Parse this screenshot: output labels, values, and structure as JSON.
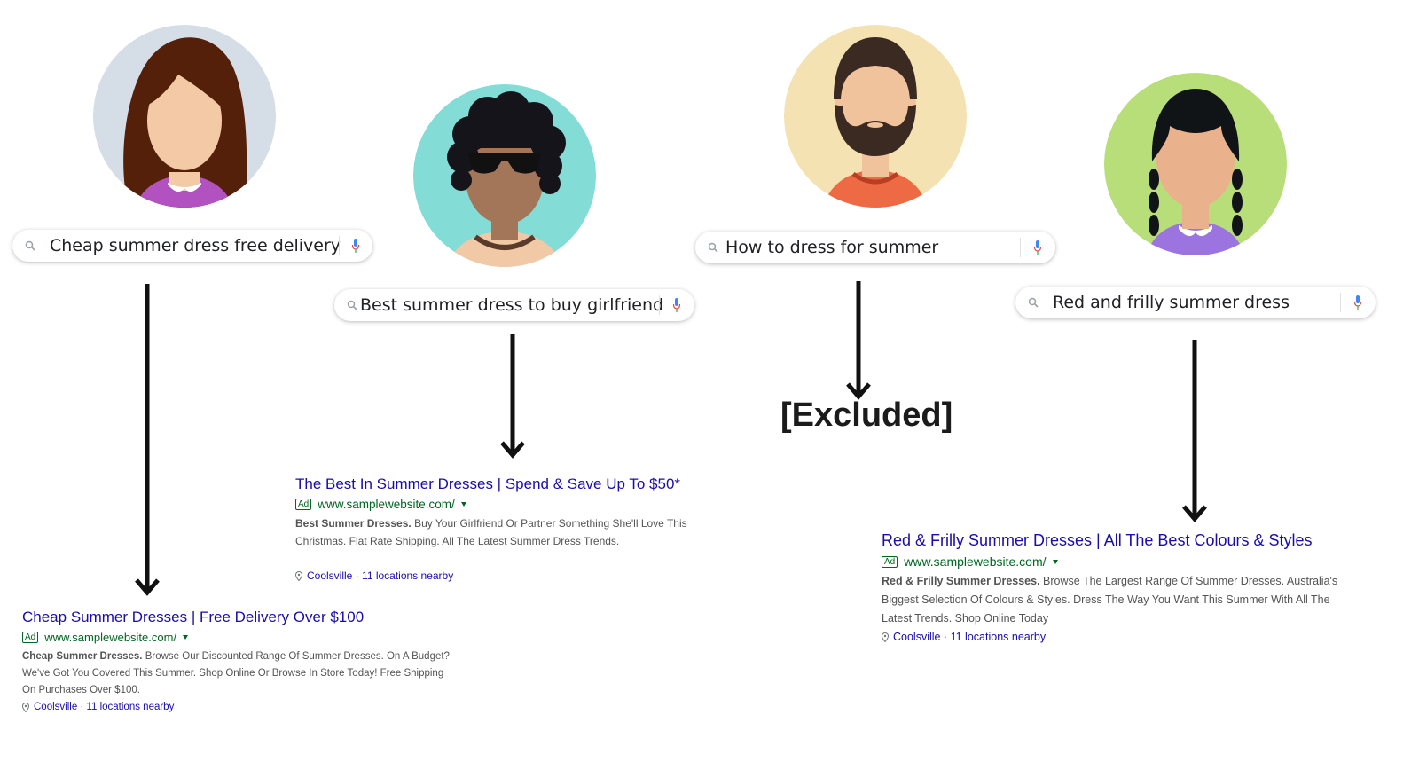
{
  "personas": [
    {
      "query": "Cheap summer dress free delivery"
    },
    {
      "query": "Best summer dress to buy girlfriend"
    },
    {
      "query": "How to dress for summer"
    },
    {
      "query": "Red and frilly summer dress"
    }
  ],
  "excluded_label": "[Excluded]",
  "ads": [
    {
      "title": "Cheap Summer Dresses | Free Delivery Over $100",
      "ad_tag": "Ad",
      "url": "www.samplewebsite.com/",
      "desc_bold": "Cheap Summer Dresses.",
      "desc_line1": " Browse Our Discounted Range Of Summer Dresses. On A Budget?",
      "desc_line2": "We've Got You Covered This Summer. Shop Online Or Browse In Store Today! Free Shipping",
      "desc_line3": "On Purchases Over $100.",
      "location": "Coolsville",
      "nearby": "11 locations nearby"
    },
    {
      "title": "The Best In Summer Dresses | Spend & Save Up To $50*",
      "ad_tag": "Ad",
      "url": "www.samplewebsite.com/",
      "desc_bold": "Best Summer Dresses.",
      "desc_line1": " Buy Your Girlfriend Or Partner Something She'll Love This",
      "desc_line2": "Christmas. Flat Rate Shipping. All The Latest Summer Dress Trends.",
      "location": "Coolsville",
      "nearby": "11 locations nearby"
    },
    {
      "title": "Red & Frilly Summer Dresses | All The Best Colours & Styles",
      "ad_tag": "Ad",
      "url": "www.samplewebsite.com/",
      "desc_pre": "Red & Frilly Summer Dresses.",
      "desc_line1": " Browse The Largest Range Of Summer Dresses. Australia's",
      "desc_line2": "Biggest Selection Of Colours & Styles. Dress The Way You Want This Summer With All The",
      "desc_line3": "Latest Trends. Shop Online Today",
      "location": "Coolsville",
      "nearby": "11 locations nearby"
    }
  ],
  "location_separator": " · ",
  "colors": {
    "ad_title": "#1a0dab",
    "ad_url": "#006621",
    "ad_desc": "#545454",
    "arrow": "#111111",
    "mic_blue": "#4285f4",
    "mic_red": "#ea4335"
  },
  "icons": [
    "search-icon",
    "microphone-icon",
    "location-pin-icon",
    "arrow-down-icon"
  ]
}
